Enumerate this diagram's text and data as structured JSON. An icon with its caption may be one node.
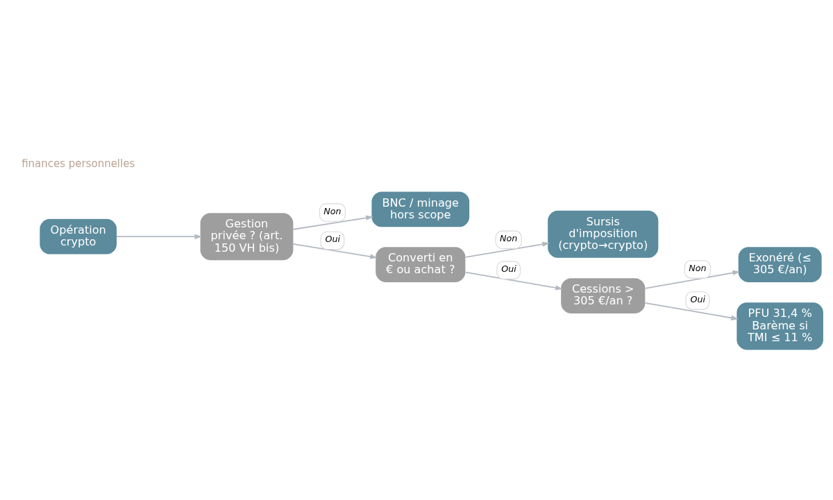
{
  "diagram": {
    "nodes": [
      {
        "text": [
          "Opération crypto"
        ]
      },
      {
        "text": [
          "Gestion privée ? (art. 150 VH bis)"
        ]
      },
      {
        "text": [
          "BNC / minage hors scope"
        ]
      },
      {
        "text": [
          "Converti en € ou achat ?"
        ]
      },
      {
        "text": [
          "Sursis d'imposition (crypto→crypto)"
        ]
      },
      {
        "text": [
          "Cessions > 305 €/an ?"
        ]
      },
      {
        "text": [
          "Exonéré (≤ 305 €/an)"
        ]
      },
      {
        "text": [
          "PFU 31,4 % Barème si TMI ≤ 11 %"
        ]
      }
    ],
    "edges": [
      {
        "from": 0,
        "to": 1,
        "arrow": "to"
      },
      {
        "from": 1,
        "to": 2,
        "arrow": "to",
        "label": "Non"
      },
      {
        "from": 1,
        "to": 3,
        "arrow": "to",
        "label": "Oui"
      },
      {
        "from": 3,
        "to": 4,
        "arrow": "to",
        "label": "Non"
      },
      {
        "from": 3,
        "to": 5,
        "arrow": "to",
        "label": "Oui"
      },
      {
        "from": 5,
        "to": 6,
        "arrow": "to",
        "label": "Non"
      },
      {
        "from": 5,
        "to": 7,
        "arrow": "to",
        "label": "Oui"
      }
    ],
    "labels": [
      "finances personnelles"
    ]
  }
}
